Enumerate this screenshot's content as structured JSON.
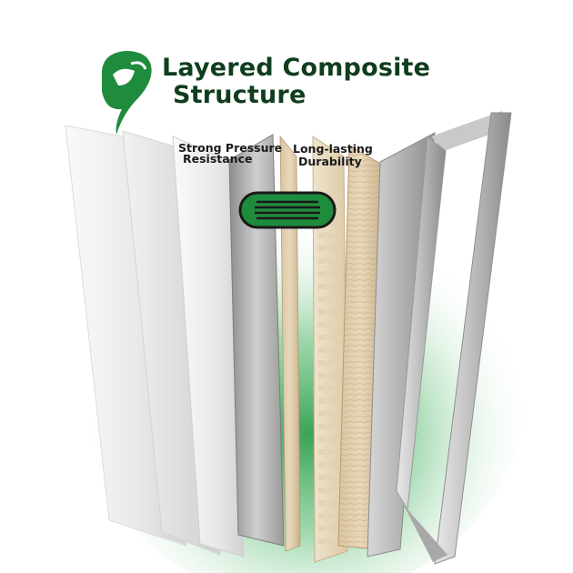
{
  "title": {
    "line1": "Layered Composite",
    "line2": "Structure"
  },
  "features": [
    {
      "line1": "Strong Pressure",
      "line2": "Resistance"
    },
    {
      "line1": "Long-lasting",
      "line2": "Durability"
    }
  ],
  "colors": {
    "brand_green": "#1f8b3c",
    "title_text": "#0f3d1e",
    "glow_green": "#3fae5c"
  },
  "icons": {
    "logo": "green-leaf-logo-icon",
    "badge": "layers-badge-icon"
  }
}
